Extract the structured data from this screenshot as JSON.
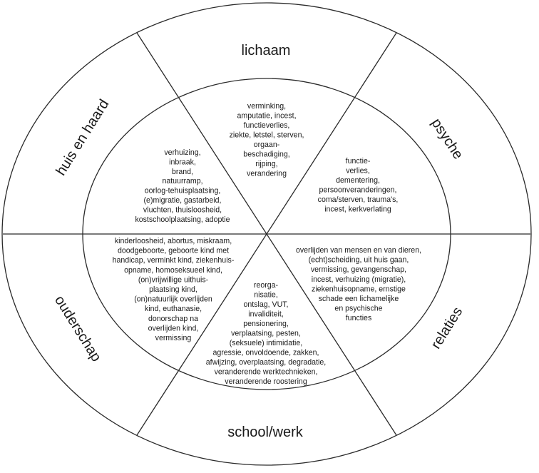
{
  "diagram": {
    "outer_labels": {
      "lichaam": "lichaam",
      "psyche": "psyche",
      "relaties": "relaties",
      "school_werk": "school/werk",
      "ouderschap": "ouderschap",
      "huis_en_haard": "huis en haard"
    },
    "inner_sectors": {
      "lichaam": [
        "verminking,",
        "amputatie, incest,",
        "functieverlies,",
        "ziekte, letstel, sterven,",
        "orgaan-",
        "beschadiging,",
        "rijping,",
        "verandering"
      ],
      "psyche": [
        "functie-",
        "verlies,",
        "dementering,",
        "persoonveranderingen,",
        "coma/sterven, trauma's,",
        "incest, kerkverlating"
      ],
      "relaties": [
        "overlijden van mensen en van dieren,",
        "(echt)scheiding, uit huis gaan,",
        "vermissing, gevangenschap,",
        "incest, verhuizing (migratie),",
        "ziekenhuisopname, ernstige",
        "schade een lichamelijke",
        "en psychische",
        "functies"
      ],
      "school_werk": [
        "reorga-",
        "nisatie,",
        "ontslag, VUT,",
        "invaliditeit,",
        "pensionering,",
        "verplaatsing, pesten,",
        "(seksuele) intimidatie,",
        "agressie, onvoldoende, zakken,",
        "afwijzing, overplaatsing, degradatie,",
        "veranderende werktechnieken,",
        "veranderende roostering"
      ],
      "ouderschap": [
        "kinderloosheid, abortus, miskraam,",
        "doodgeboorte, geboorte kind met",
        "handicap, verminkt kind, ziekenhuis-",
        "opname, homoseksueel kind,",
        "(on)vrijwillige uithuis-",
        "plaatsing kind,",
        "(on)natuurlijk overlijden",
        "kind, euthanasie,",
        "donorschap na",
        "overlijden kind,",
        "vermissing"
      ],
      "huis_en_haard": [
        "verhuizing,",
        "inbraak,",
        "brand,",
        "natuurramp,",
        "oorlog-tehuisplaatsing,",
        "(e)migratie, gastarbeid,",
        "vluchten, thuisloosheid,",
        "kostschoolplaatsing, adoptie"
      ]
    }
  }
}
